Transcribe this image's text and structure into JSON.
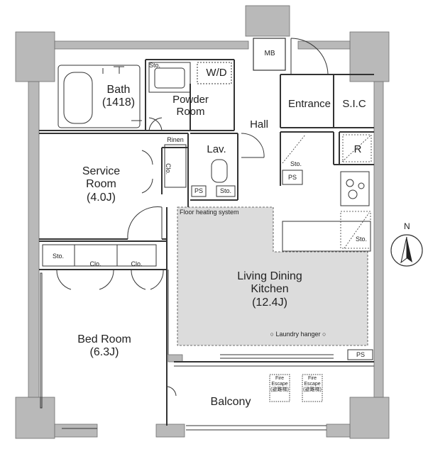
{
  "rooms": {
    "bath": [
      "Bath",
      "(1418)"
    ],
    "powder": [
      "Powder",
      "Room"
    ],
    "wd": "W/D",
    "mb": "MB",
    "sto_top": "Sto.",
    "entrance": "Entrance",
    "sic": "S.I.C",
    "hall": "Hall",
    "rinen": "Rinen",
    "lav": "Lav.",
    "clo_vert": "Clo.",
    "ps_small": "PS",
    "sto_small": "Sto.",
    "service": [
      "Service",
      "Room",
      "(4.0J)"
    ],
    "sto_entry": "Sto.",
    "ps_entry": "PS",
    "fridge": "R",
    "floor_heating": "Floor heating system",
    "sto_kitchen": "Sto.",
    "sto_bed": "Sto.",
    "clo1": "Clo.",
    "clo2": "Clo.",
    "ldk": [
      "Living Dining",
      "Kitchen",
      "(12.4J)"
    ],
    "laundry": "○  Laundry hanger  ○",
    "bed": [
      "Bed Room",
      "(6.3J)"
    ],
    "ps_bottom": "PS",
    "fire1": [
      "Fire",
      "Escape",
      "(避難梯)"
    ],
    "fire2": [
      "Fire",
      "Escape",
      "(避難梯)"
    ],
    "balcony": "Balcony",
    "north": "N"
  },
  "colors": {
    "wall": "#b9b9b9",
    "wall_edge": "#6f6f6f",
    "line": "#333333",
    "heated_floor": "#dcdcdc",
    "background": "#ffffff"
  }
}
